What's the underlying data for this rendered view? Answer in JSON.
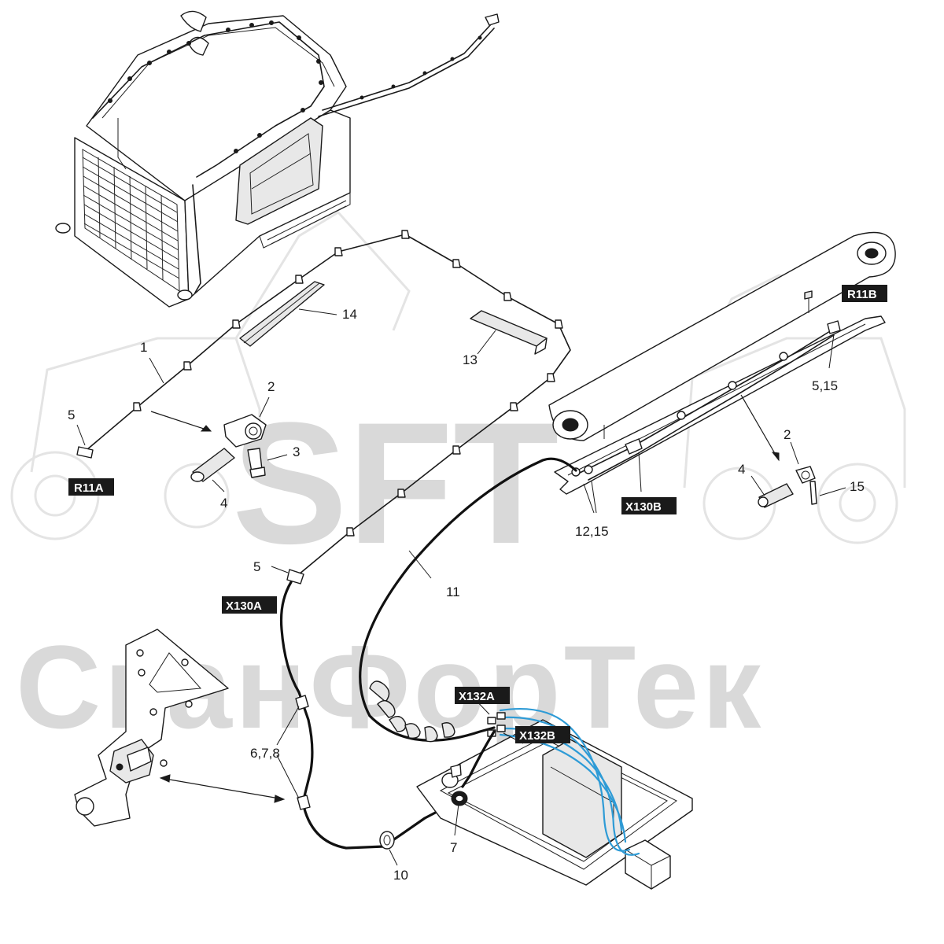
{
  "watermark": {
    "logo": "SFT",
    "company": "СканФорТек"
  },
  "labels": [
    {
      "id": "R11A",
      "text": "R11A"
    },
    {
      "id": "R11B",
      "text": "R11B"
    },
    {
      "id": "X130A",
      "text": "X130A"
    },
    {
      "id": "X130B",
      "text": "X130B"
    },
    {
      "id": "X132A",
      "text": "X132A"
    },
    {
      "id": "X132B",
      "text": "X132B"
    }
  ],
  "callouts": [
    {
      "id": "c1",
      "text": "1"
    },
    {
      "id": "c2a",
      "text": "2"
    },
    {
      "id": "c3",
      "text": "3"
    },
    {
      "id": "c4a",
      "text": "4"
    },
    {
      "id": "c5a",
      "text": "5"
    },
    {
      "id": "c14",
      "text": "14"
    },
    {
      "id": "c13",
      "text": "13"
    },
    {
      "id": "c515",
      "text": "5,15"
    },
    {
      "id": "c2b",
      "text": "2"
    },
    {
      "id": "c4b",
      "text": "4"
    },
    {
      "id": "c15",
      "text": "15"
    },
    {
      "id": "c1215",
      "text": "12,15"
    },
    {
      "id": "c5b",
      "text": "5"
    },
    {
      "id": "c11",
      "text": "11"
    },
    {
      "id": "c678",
      "text": "6,7,8"
    },
    {
      "id": "c7",
      "text": "7"
    },
    {
      "id": "c10",
      "text": "10"
    }
  ]
}
